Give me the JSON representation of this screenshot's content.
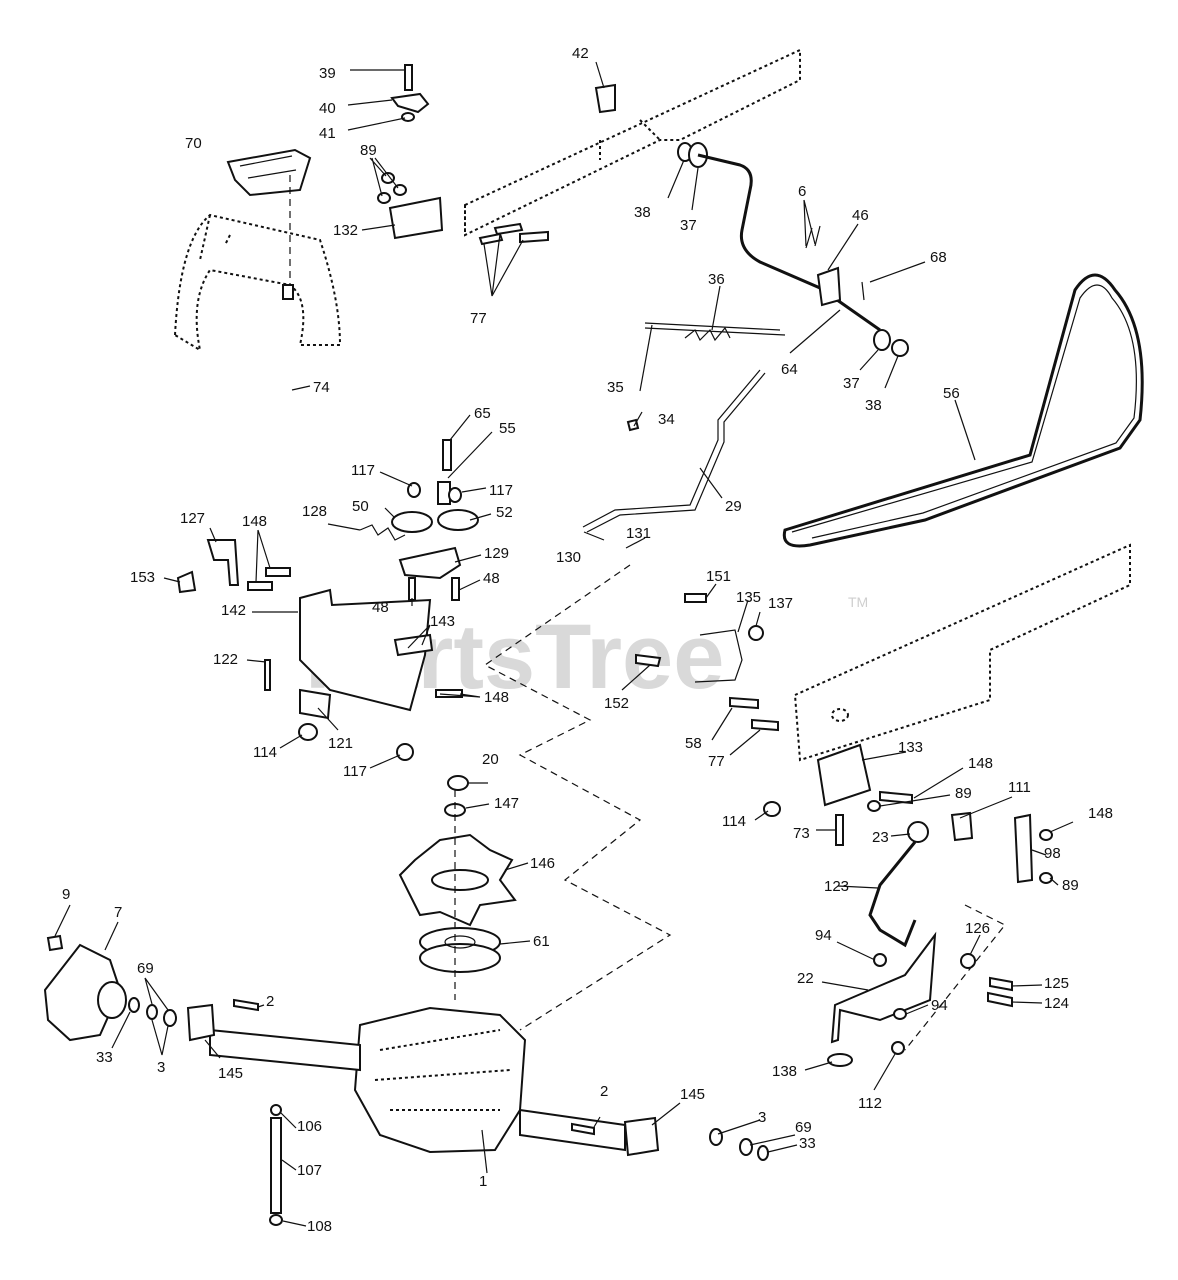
{
  "watermark": {
    "text": "PartsTree",
    "tm": "TM"
  },
  "callouts": [
    "1",
    "2",
    "2",
    "3",
    "3",
    "6",
    "7",
    "9",
    "20",
    "22",
    "23",
    "29",
    "33",
    "33",
    "34",
    "35",
    "36",
    "37",
    "37",
    "38",
    "38",
    "39",
    "40",
    "41",
    "42",
    "46",
    "48",
    "48",
    "50",
    "52",
    "55",
    "56",
    "58",
    "61",
    "64",
    "65",
    "68",
    "69",
    "69",
    "70",
    "73",
    "74",
    "77",
    "77",
    "89",
    "89",
    "89",
    "94",
    "94",
    "98",
    "106",
    "107",
    "108",
    "111",
    "112",
    "114",
    "114",
    "117",
    "117",
    "117",
    "121",
    "122",
    "123",
    "124",
    "125",
    "126",
    "127",
    "128",
    "129",
    "130",
    "131",
    "132",
    "133",
    "135",
    "137",
    "138",
    "142",
    "143",
    "145",
    "145",
    "146",
    "147",
    "148",
    "148",
    "148",
    "148",
    "151",
    "152",
    "153"
  ]
}
